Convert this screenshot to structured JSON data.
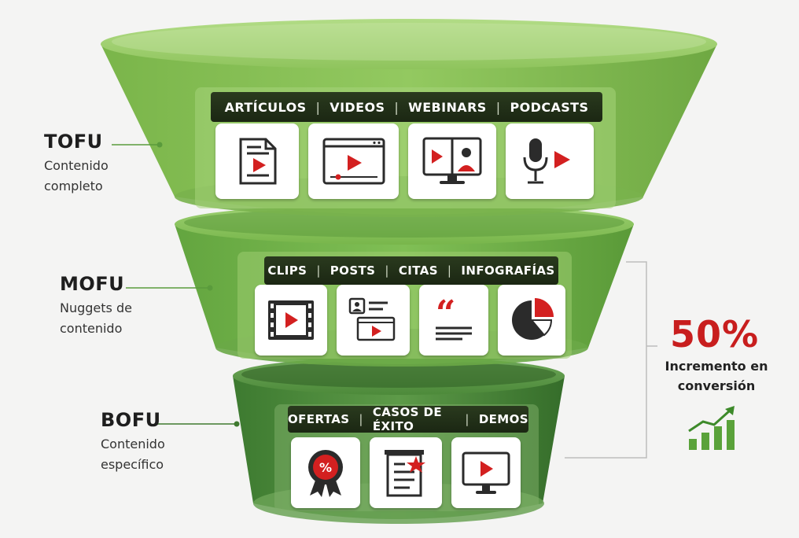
{
  "stages": [
    {
      "id": "tofu",
      "name": "TOFU",
      "description_lines": [
        "Contenido",
        "completo"
      ],
      "formats": [
        "ARTÍCULOS",
        "VIDEOS",
        "WEBINARS",
        "PODCASTS"
      ],
      "icons": [
        "article-video-icon",
        "video-player-icon",
        "webinar-icon",
        "podcast-icon"
      ]
    },
    {
      "id": "mofu",
      "name": "MOFU",
      "description_lines": [
        "Nuggets de",
        "contenido"
      ],
      "formats": [
        "CLIPS",
        "POSTS",
        "CITAS",
        "INFOGRAFÍAS"
      ],
      "icons": [
        "film-clip-icon",
        "social-post-icon",
        "quote-icon",
        "pie-chart-icon"
      ]
    },
    {
      "id": "bofu",
      "name": "BOFU",
      "description_lines": [
        "Contenido",
        "específico"
      ],
      "formats": [
        "OFERTAS",
        "CASOS DE ÉXITO",
        "DEMOS"
      ],
      "icons": [
        "discount-badge-icon",
        "case-study-icon",
        "demo-screen-icon"
      ]
    }
  ],
  "stat": {
    "value": "50%",
    "description_lines": [
      "Incremento en",
      "conversión"
    ],
    "icon": "growth-chart-icon"
  },
  "colors": {
    "light_green": "#8bc257",
    "mid_green": "#5fa83e",
    "dark_green": "#2e6a28",
    "band": "#1f2c17",
    "accent_red": "#d32020",
    "icon_dark": "#2b2b2b"
  }
}
